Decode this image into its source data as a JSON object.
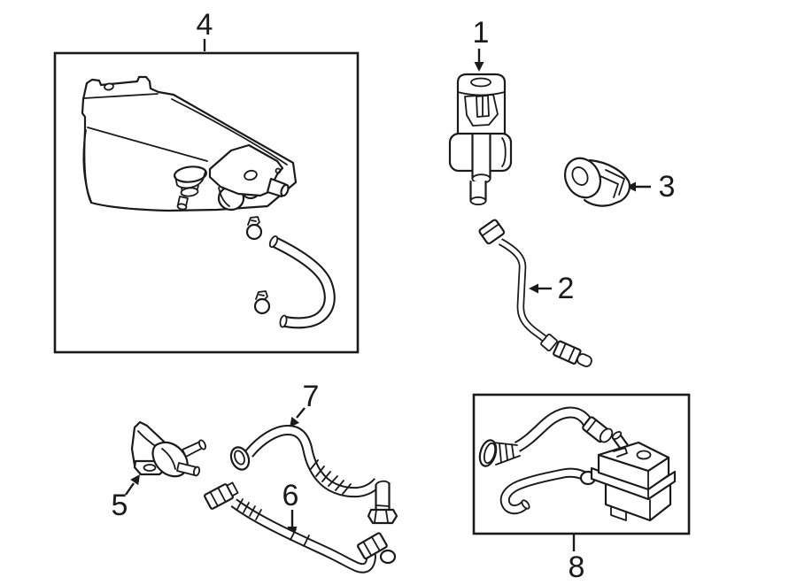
{
  "diagram": {
    "callouts": {
      "part1": "1",
      "part2": "2",
      "part3": "3",
      "part4": "4",
      "part5": "5",
      "part6": "6",
      "part7": "7",
      "part8": "8"
    },
    "colors": {
      "background": "#ffffff",
      "line_art": "#1a1a1a"
    }
  }
}
